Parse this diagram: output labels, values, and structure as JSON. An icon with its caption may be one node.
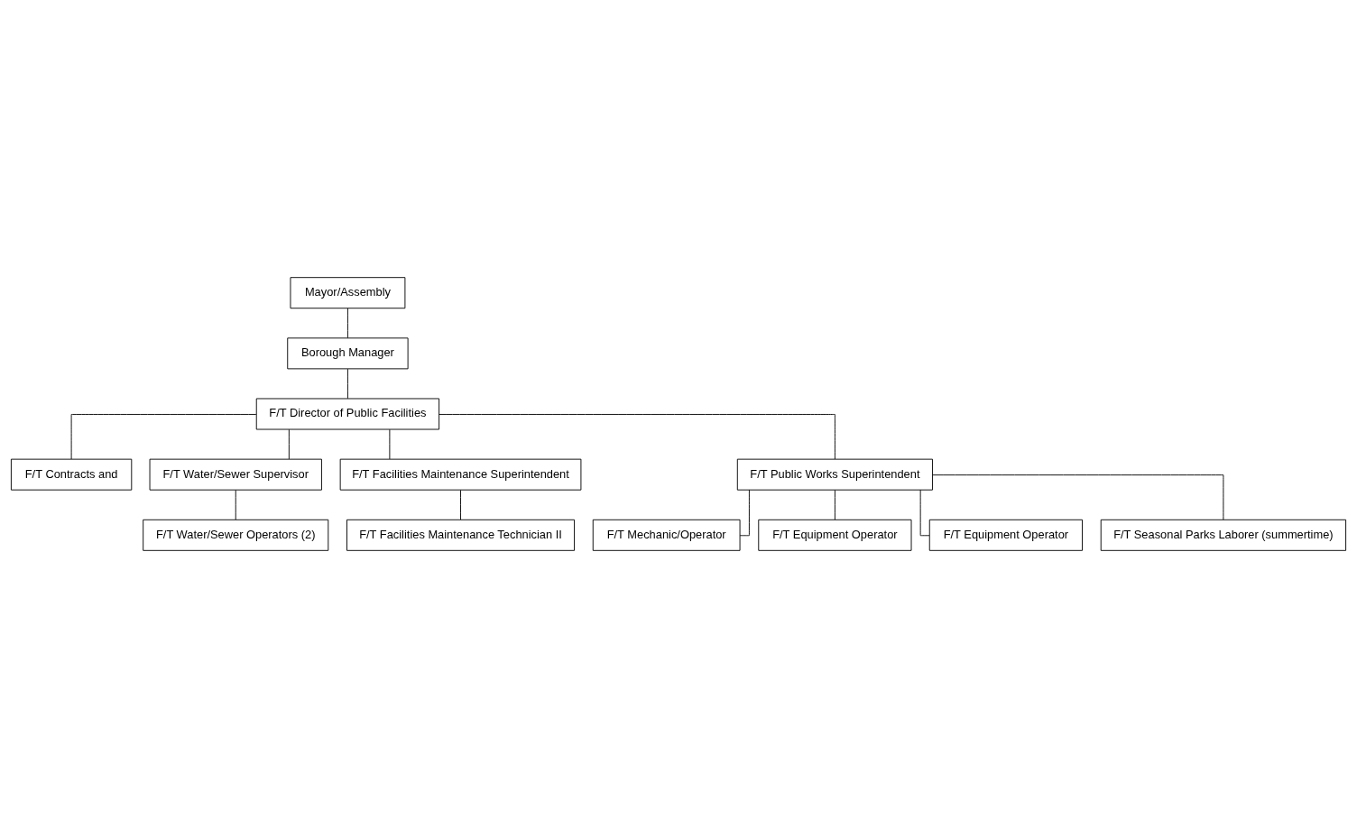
{
  "diagram": {
    "nodes": [
      {
        "text": [
          "Mayor/Assembly"
        ]
      },
      {
        "text": [
          "Borough Manager"
        ]
      },
      {
        "text": [
          "F/T Director of Public Facilities"
        ]
      },
      {
        "text": [
          "F/T Contracts and"
        ]
      },
      {
        "text": [
          "F/T Water/Sewer Supervisor"
        ]
      },
      {
        "text": [
          "F/T Facilities Maintenance Superintendent"
        ]
      },
      {
        "text": [
          "F/T Public Works Superintendent"
        ]
      },
      {
        "text": [
          "F/T Water/Sewer Operators (2)"
        ]
      },
      {
        "text": [
          "F/T Facilities Maintenance Technician II"
        ]
      },
      {
        "text": [
          "F/T Mechanic/Operator"
        ]
      },
      {
        "text": [
          "F/T Equipment Operator"
        ]
      },
      {
        "text": [
          "F/T Equipment Operator"
        ]
      },
      {
        "text": [
          "F/T Seasonal Parks Laborer (summertime)"
        ]
      }
    ],
    "edges": [
      {
        "from": 0,
        "to": 1,
        "arrow": "none"
      },
      {
        "from": 1,
        "to": 2,
        "arrow": "none"
      },
      {
        "from": 2,
        "to": 3,
        "arrow": "none"
      },
      {
        "from": 2,
        "to": 4,
        "arrow": "none"
      },
      {
        "from": 2,
        "to": 5,
        "arrow": "none"
      },
      {
        "from": 2,
        "to": 6,
        "arrow": "none"
      },
      {
        "from": 4,
        "to": 7,
        "arrow": "none"
      },
      {
        "from": 5,
        "to": 8,
        "arrow": "none"
      },
      {
        "from": 6,
        "to": 9,
        "arrow": "none"
      },
      {
        "from": 6,
        "to": 10,
        "arrow": "none"
      },
      {
        "from": 6,
        "to": 11,
        "arrow": "none"
      },
      {
        "from": 6,
        "to": 12,
        "arrow": "none"
      }
    ]
  }
}
